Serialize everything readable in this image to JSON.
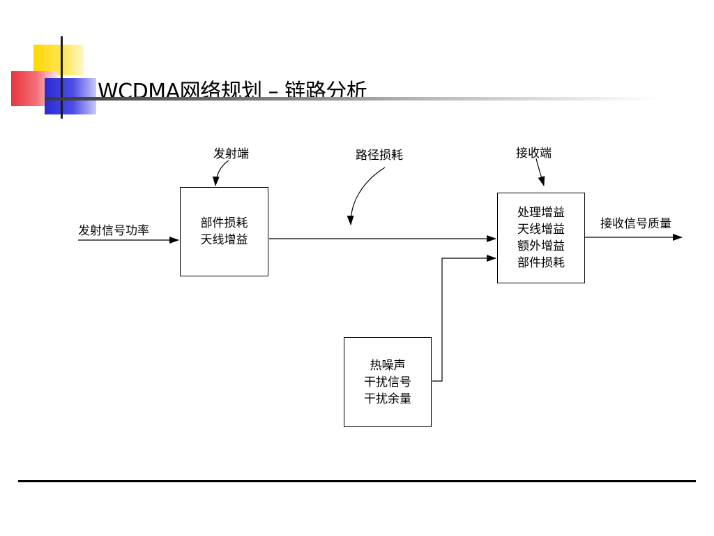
{
  "slide": {
    "title": "WCDMA网络规划 – 链路分析"
  },
  "diagram": {
    "transmitter_box": {
      "lines": [
        "部件损耗",
        "天线增益"
      ]
    },
    "receiver_box": {
      "lines": [
        "处理增益",
        "天线增益",
        "额外增益",
        "部件损耗"
      ]
    },
    "noise_box": {
      "lines": [
        "热噪声",
        "干扰信号",
        "干扰余量"
      ]
    },
    "labels": {
      "transmit_end": "发射端",
      "path_loss": "路径损耗",
      "receive_end": "接收端",
      "transmit_power": "发射信号功率",
      "received_quality": "接收信号质量"
    }
  },
  "colors": {
    "deco_yellow": "#FFD700",
    "deco_blue": "#2B2BD6",
    "deco_red": "#E8343C"
  }
}
